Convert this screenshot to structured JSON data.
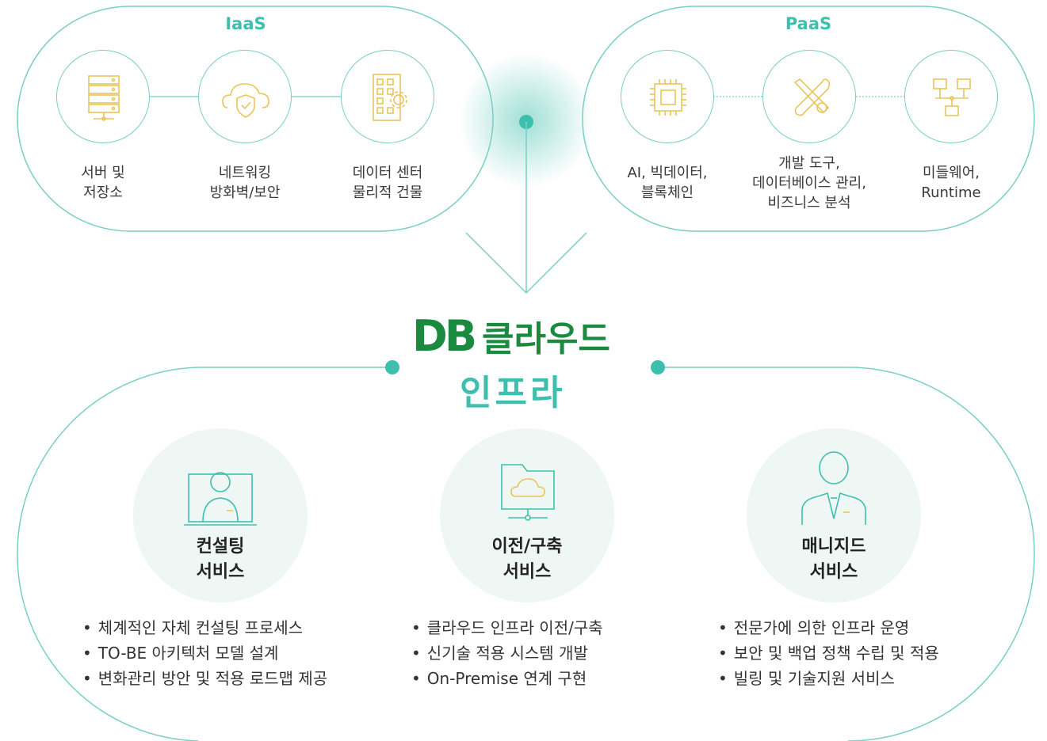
{
  "iaas": {
    "title": "IaaS",
    "items": [
      {
        "icon": "server-storage-icon",
        "label": "서버 및\n저장소"
      },
      {
        "icon": "cloud-shield-icon",
        "label": "네트워킹\n방화벽/보안"
      },
      {
        "icon": "building-gear-icon",
        "label": "데이터 센터\n물리적 건물"
      }
    ]
  },
  "paas": {
    "title": "PaaS",
    "items": [
      {
        "icon": "chip-icon",
        "label": "AI, 빅데이터,\n블록체인"
      },
      {
        "icon": "tools-icon",
        "label": "개발 도구,\n데이터베이스 관리,\n비즈니스 분석"
      },
      {
        "icon": "network-icon",
        "label": "미들웨어,\nRuntime"
      }
    ]
  },
  "center": {
    "logo": "DB",
    "title": "클라우드",
    "subtitle": "인프라"
  },
  "services": [
    {
      "icon": "consultant-icon",
      "title": "컨설팅\n서비스",
      "bullets": [
        "체계적인 자체 컨설팅 프로세스",
        "TO-BE 아키텍처 모델 설계",
        "변화관리 방안 및 적용 로드맵 제공"
      ]
    },
    {
      "icon": "cloud-folder-icon",
      "title": "이전/구축\n서비스",
      "bullets": [
        "클라우드 인프라 이전/구축",
        "신기술 적용 시스템 개발",
        "On-Premise 연계 구현"
      ]
    },
    {
      "icon": "manager-icon",
      "title": "매니지드\n서비스",
      "bullets": [
        "전문가에 의한 인프라 운영",
        "보안 및 백업 정책 수립 및 적용",
        "빌링 및 기술지원 서비스"
      ]
    }
  ],
  "colors": {
    "teal": "#3dbfae",
    "green": "#1a8a3f",
    "icon": "#e8c55a"
  }
}
